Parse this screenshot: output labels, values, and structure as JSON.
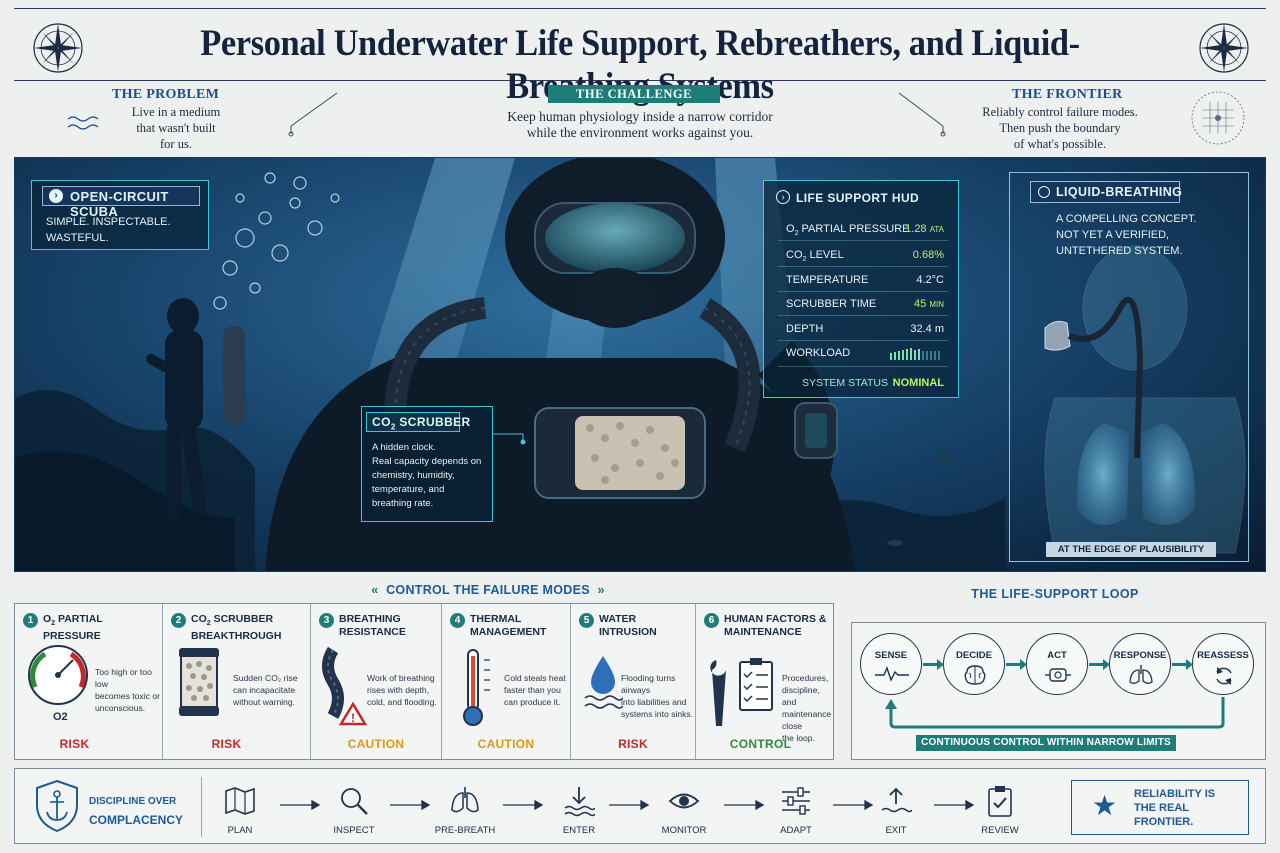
{
  "title": "Personal Underwater Life Support, Rebreathers, and Liquid-Breathing Systems",
  "intro": {
    "problem": {
      "heading": "THE PROBLEM",
      "lines": [
        "Live in a medium",
        "that wasn't built",
        "for us."
      ]
    },
    "challenge": {
      "heading": "THE CHALLENGE",
      "lines": [
        "Keep human physiology inside a narrow corridor",
        "while the environment works against you."
      ]
    },
    "frontier": {
      "heading": "THE FRONTIER",
      "lines": [
        "Reliably control failure modes.",
        "Then push the boundary",
        "of what's possible."
      ]
    }
  },
  "hero": {
    "open_circuit": {
      "title": "OPEN-CIRCUIT SCUBA",
      "lines": [
        "SIMPLE. INSPECTABLE.",
        "WASTEFUL."
      ]
    },
    "scrubber": {
      "title_prefix": "CO",
      "title_sub": "2",
      "title_suffix": " SCRUBBER",
      "lines": [
        "A hidden clock.",
        "Real capacity depends on",
        "chemistry, humidity,",
        "temperature, and",
        "breathing rate."
      ]
    },
    "hud": {
      "title": "LIFE SUPPORT HUD",
      "rows": [
        {
          "label_prefix": "O",
          "label_sub": "2",
          "label_suffix": " PARTIAL PRESSURE",
          "value": "1.28",
          "unit": "ATA"
        },
        {
          "label_prefix": "CO",
          "label_sub": "2",
          "label_suffix": " LEVEL",
          "value": "0.68%",
          "unit": ""
        },
        {
          "label_prefix": "TEMPERATURE",
          "label_sub": "",
          "label_suffix": "",
          "value": "4.2°C",
          "unit": ""
        },
        {
          "label_prefix": "SCRUBBER TIME",
          "label_sub": "",
          "label_suffix": "",
          "value": "45",
          "unit": "MIN"
        },
        {
          "label_prefix": "DEPTH",
          "label_sub": "",
          "label_suffix": "",
          "value": "32.4 m",
          "unit": ""
        },
        {
          "label_prefix": "WORKLOAD",
          "label_sub": "",
          "label_suffix": "",
          "value": "",
          "unit": ""
        }
      ],
      "status_label": "SYSTEM STATUS",
      "status_value": "NOMINAL"
    },
    "liquid": {
      "title": "LIQUID-BREATHING",
      "lines": [
        "A COMPELLING CONCEPT.",
        "NOT YET A VERIFIED,",
        "UNTETHERED SYSTEM."
      ],
      "footer": "AT THE EDGE OF PLAUSIBILITY"
    }
  },
  "failure_modes": {
    "heading": "CONTROL THE FAILURE MODES",
    "cards": [
      {
        "num": "1",
        "title_prefix": "O",
        "title_sub": "2",
        "title_suffix": " PARTIAL PRESSURE",
        "title2": "",
        "desc": [
          "Too high or too low",
          "becomes toxic or",
          "unconscious."
        ],
        "level": "RISK",
        "gauge_label": "O2"
      },
      {
        "num": "2",
        "title_prefix": "CO",
        "title_sub": "2",
        "title_suffix": " SCRUBBER",
        "title2": "BREAKTHROUGH",
        "desc": [
          "Sudden CO₂ rise",
          "can incapacitate",
          "without warning."
        ],
        "level": "RISK"
      },
      {
        "num": "3",
        "title_prefix": "BREATHING",
        "title_sub": "",
        "title_suffix": "",
        "title2": "RESISTANCE",
        "desc": [
          "Work of breathing",
          "rises with depth,",
          "cold, and flooding."
        ],
        "level": "CAUTION"
      },
      {
        "num": "4",
        "title_prefix": "THERMAL",
        "title_sub": "",
        "title_suffix": "",
        "title2": "MANAGEMENT",
        "desc": [
          "Cold steals heat",
          "faster than you",
          "can produce it."
        ],
        "level": "CAUTION"
      },
      {
        "num": "5",
        "title_prefix": "WATER",
        "title_sub": "",
        "title_suffix": "",
        "title2": "INTRUSION",
        "desc": [
          "Flooding turns airways",
          "into liabilities and",
          "systems into sinks."
        ],
        "level": "RISK"
      },
      {
        "num": "6",
        "title_prefix": "HUMAN FACTORS &",
        "title_sub": "",
        "title_suffix": "",
        "title2": "MAINTENANCE",
        "desc": [
          "Procedures,",
          "discipline, and",
          "maintenance close",
          "the loop."
        ],
        "level": "CONTROL"
      }
    ]
  },
  "loop": {
    "heading": "THE LIFE-SUPPORT LOOP",
    "nodes": [
      "SENSE",
      "DECIDE",
      "ACT",
      "RESPONSE",
      "REASSESS"
    ],
    "footer": "CONTINUOUS CONTROL WITHIN NARROW LIMITS"
  },
  "process": {
    "discipline": [
      "DISCIPLINE OVER",
      "COMPLACENCY"
    ],
    "steps": [
      "PLAN",
      "INSPECT",
      "PRE-BREATH",
      "ENTER",
      "MONITOR",
      "ADAPT",
      "EXIT",
      "REVIEW"
    ],
    "reliability": [
      "RELIABILITY IS",
      "THE REAL",
      "FRONTIER."
    ]
  },
  "colors": {
    "navy": "#14243f",
    "teal": "#1e7d78",
    "risk": "#c62828",
    "caution": "#d99a14",
    "control": "#2e8b3e",
    "hud_value": "#b9f26a",
    "hud_border": "#3fc6d8"
  }
}
